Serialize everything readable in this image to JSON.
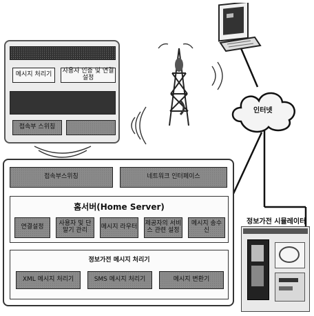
{
  "top_device": {
    "header": "",
    "btn_left": "메시지 처리기",
    "btn_right": "사용자 인증 및 연결 설정",
    "bottom_left": "접속부 스위칭",
    "bottom_right": ""
  },
  "internet_label": "인터넷",
  "home_server": {
    "top_left": "접속부스위칭",
    "top_right": "네트워크 인터페이스",
    "title": "홈서버(Home Server)",
    "modules": [
      "연결설정",
      "사용자 및 단말기 관리",
      "메시지 라우터",
      "제공자의 서비스 관련 설정",
      "메시지 송수신"
    ],
    "bottom_title": "정보가전 메시지 처리기",
    "bottom_modules": [
      "XML 메시지 처리기",
      "SMS 메시지 처리기",
      "메시지 변환기"
    ]
  },
  "simulator_label": "정보가전 시뮬레이터"
}
